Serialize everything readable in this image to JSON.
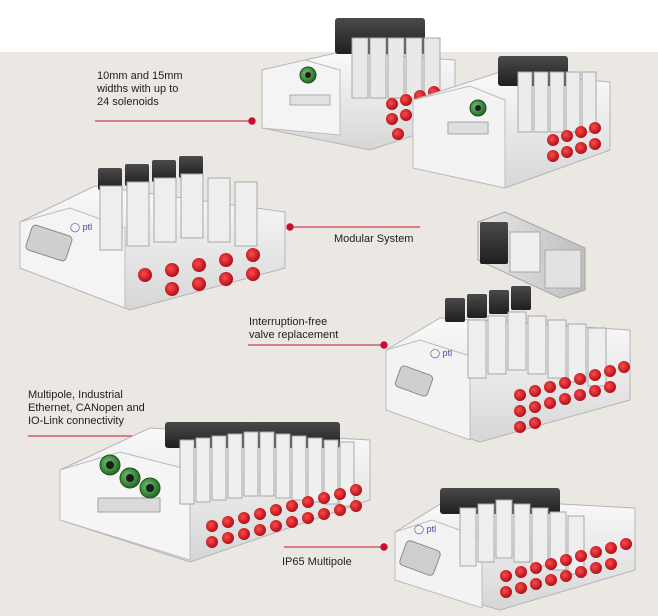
{
  "colors": {
    "background": "#ebe8e4",
    "accent_red": "#c8102e",
    "leader_line": "#c8102e",
    "manifold_body": "#f1f1f1",
    "valve_black": "#2b2b2b",
    "connector_green": "#3d8f3f"
  },
  "callouts": [
    {
      "id": "widths",
      "text": "10mm and 15mm\nwidths with up to\n24 solenoids"
    },
    {
      "id": "modular",
      "text": "Modular System"
    },
    {
      "id": "replacement",
      "text": "Interruption-free\nvalve replacement"
    },
    {
      "id": "multipole",
      "text": "Multipole, Industrial\nEthernet, CANopen and\nIO-Link connectivity"
    },
    {
      "id": "ip65",
      "text": "IP65 Multipole"
    }
  ],
  "products": [
    {
      "id": "valve-island-top-large",
      "icon": "valve-manifold-image"
    },
    {
      "id": "valve-island-top-small",
      "icon": "valve-manifold-image"
    },
    {
      "id": "valve-island-modular",
      "icon": "valve-manifold-image"
    },
    {
      "id": "valve-single-module",
      "icon": "valve-module-image"
    },
    {
      "id": "valve-island-replacement",
      "icon": "valve-manifold-image"
    },
    {
      "id": "valve-island-fieldbus",
      "icon": "valve-manifold-image"
    },
    {
      "id": "valve-island-ip65",
      "icon": "valve-manifold-image"
    }
  ]
}
